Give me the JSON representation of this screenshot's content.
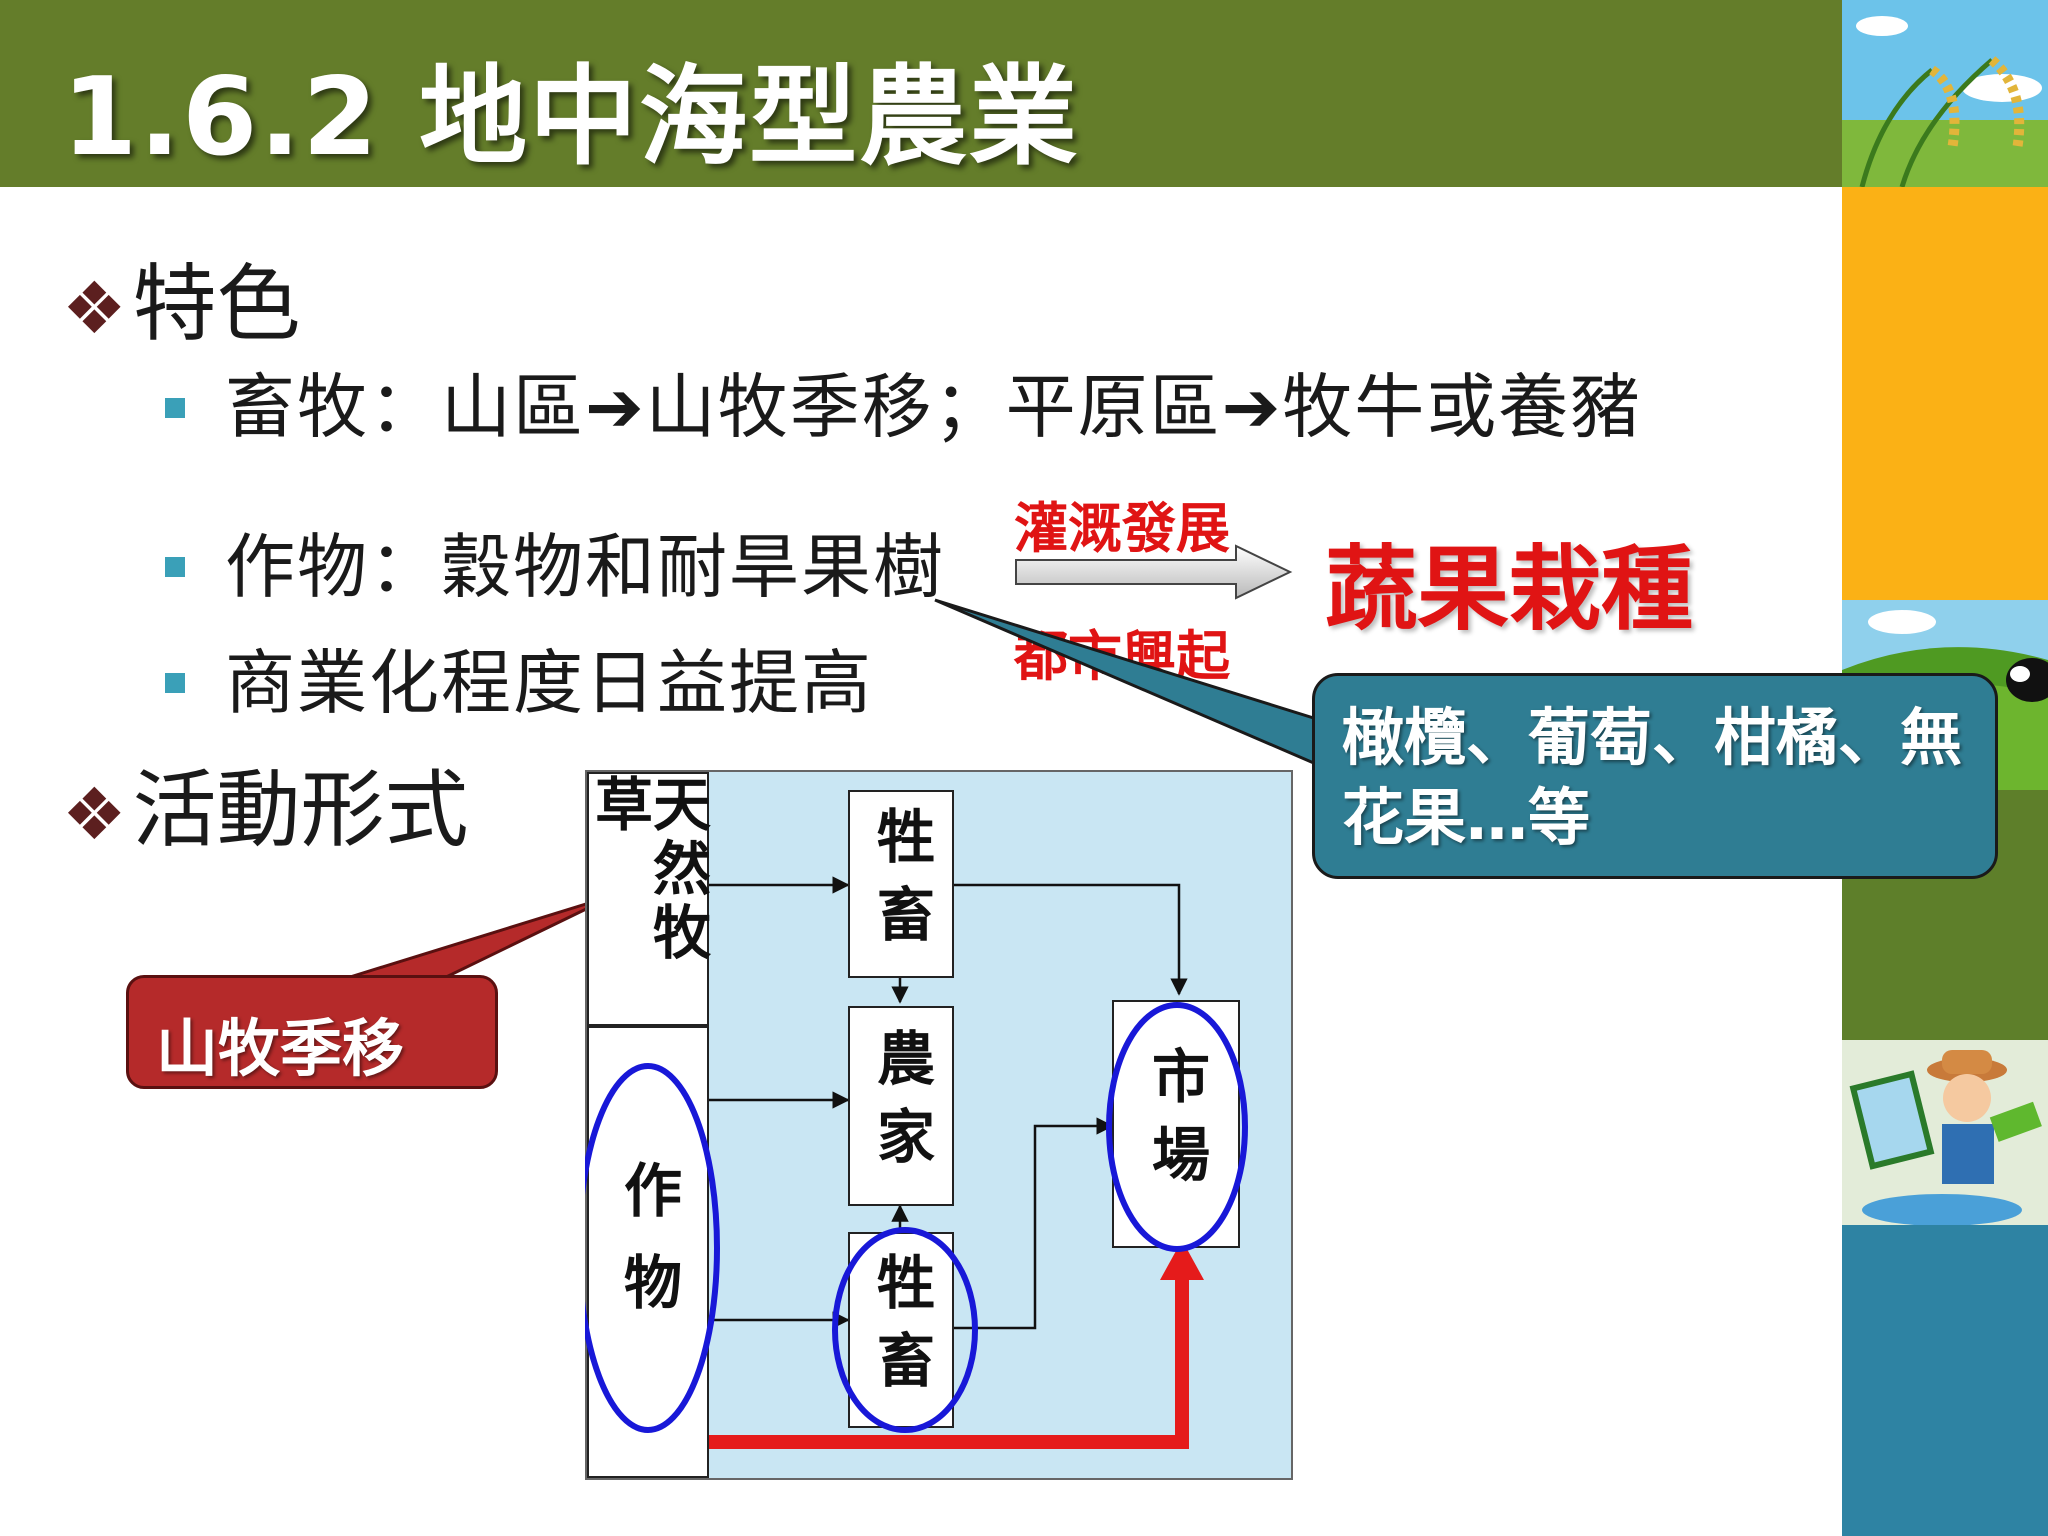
{
  "slide": {
    "title": "1.6.2 地中海型農業",
    "colors": {
      "header": "#647d2a",
      "accent_red": "#e01414",
      "callout_teal": "#2f7d93",
      "callout_red": "#b52a2a",
      "bullet": "#3aa0b8",
      "diagram_bg": "#c9e6f3",
      "ellipse": "#1818d8"
    }
  },
  "features": {
    "heading": "特色",
    "items": [
      "畜牧：山區➔山牧季移；平原區➔牧牛或養豬",
      "作物：穀物和耐旱果樹",
      "商業化程度日益提高"
    ],
    "arrow_top_label": "灌溉發展",
    "arrow_bottom_label": "都市興起",
    "result": "蔬果栽種",
    "fruit_callout": "橄欖、葡萄、柑橘、無花果…等"
  },
  "activities": {
    "heading": "活動形式",
    "transhumance_callout": "山牧季移",
    "diagram": {
      "pasture": "天然牧草",
      "crops": "作物",
      "livestock_top": "牲畜",
      "farmhouse": "農家",
      "livestock_bottom": "牲畜",
      "market": "市場"
    }
  }
}
